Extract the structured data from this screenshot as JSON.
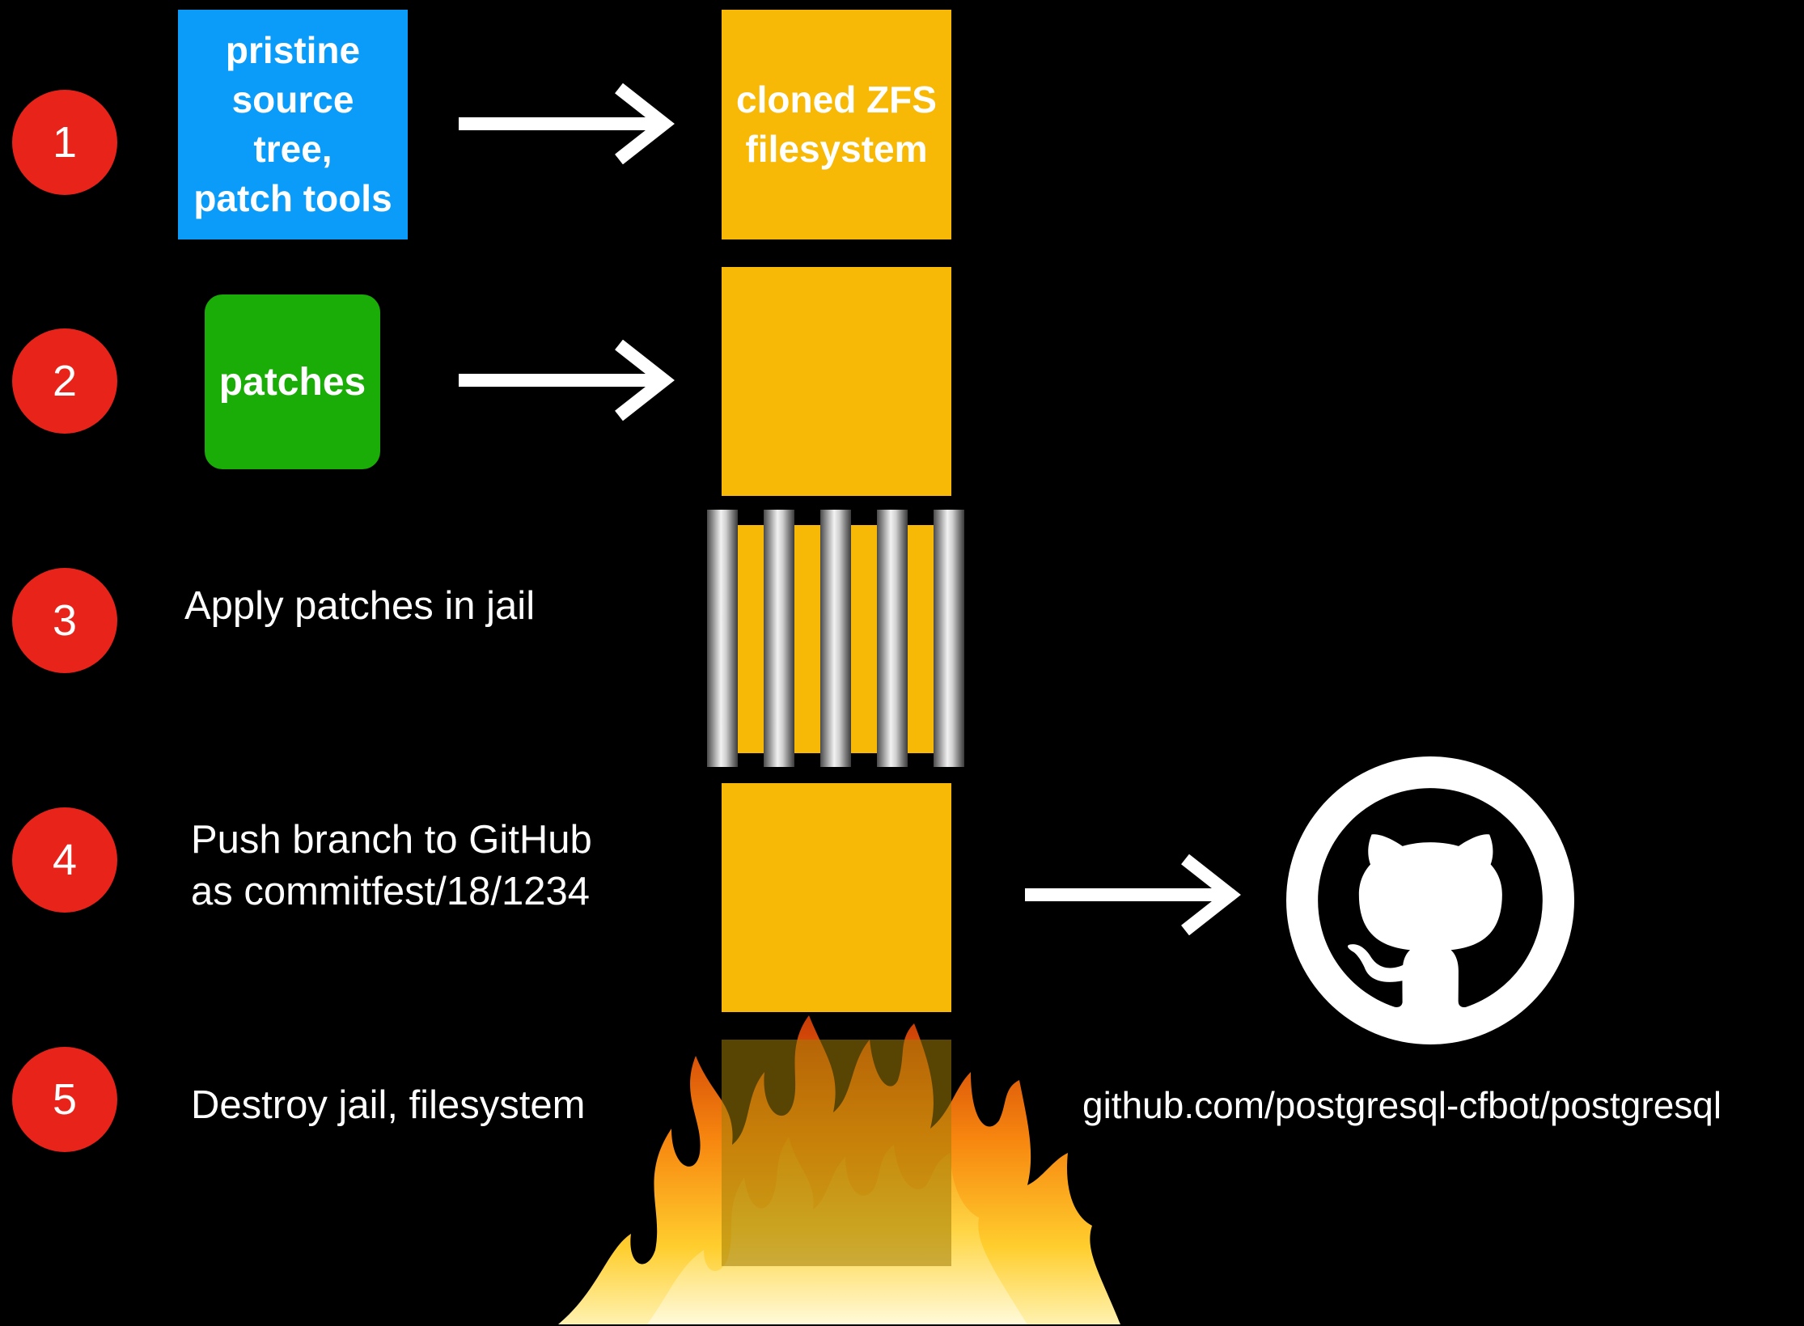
{
  "steps": [
    {
      "number": "1"
    },
    {
      "number": "2",
      "source_label": "patches"
    },
    {
      "number": "3",
      "text": "Apply patches in jail"
    },
    {
      "number": "4",
      "text_line1": "Push branch to GitHub",
      "text_line2": "as commitfest/18/1234"
    },
    {
      "number": "5",
      "text": "Destroy jail, filesystem"
    }
  ],
  "source_box": {
    "label": "pristine\nsource\ntree,\npatch tools"
  },
  "zfs_box": {
    "label_line1": "cloned ZFS",
    "label_line2": "filesystem"
  },
  "github": {
    "url": "github.com/postgresql-cfbot/postgresql"
  },
  "icons": [
    "arrow-right-icon",
    "jail-bars-icon",
    "github-octocat-icon",
    "fire-icon"
  ],
  "colors": {
    "background": "#000000",
    "badge": "#e8231a",
    "source_box": "#0a9cf8",
    "patches_box": "#1aac07",
    "filesystem": "#f7b906",
    "text": "#ffffff"
  }
}
